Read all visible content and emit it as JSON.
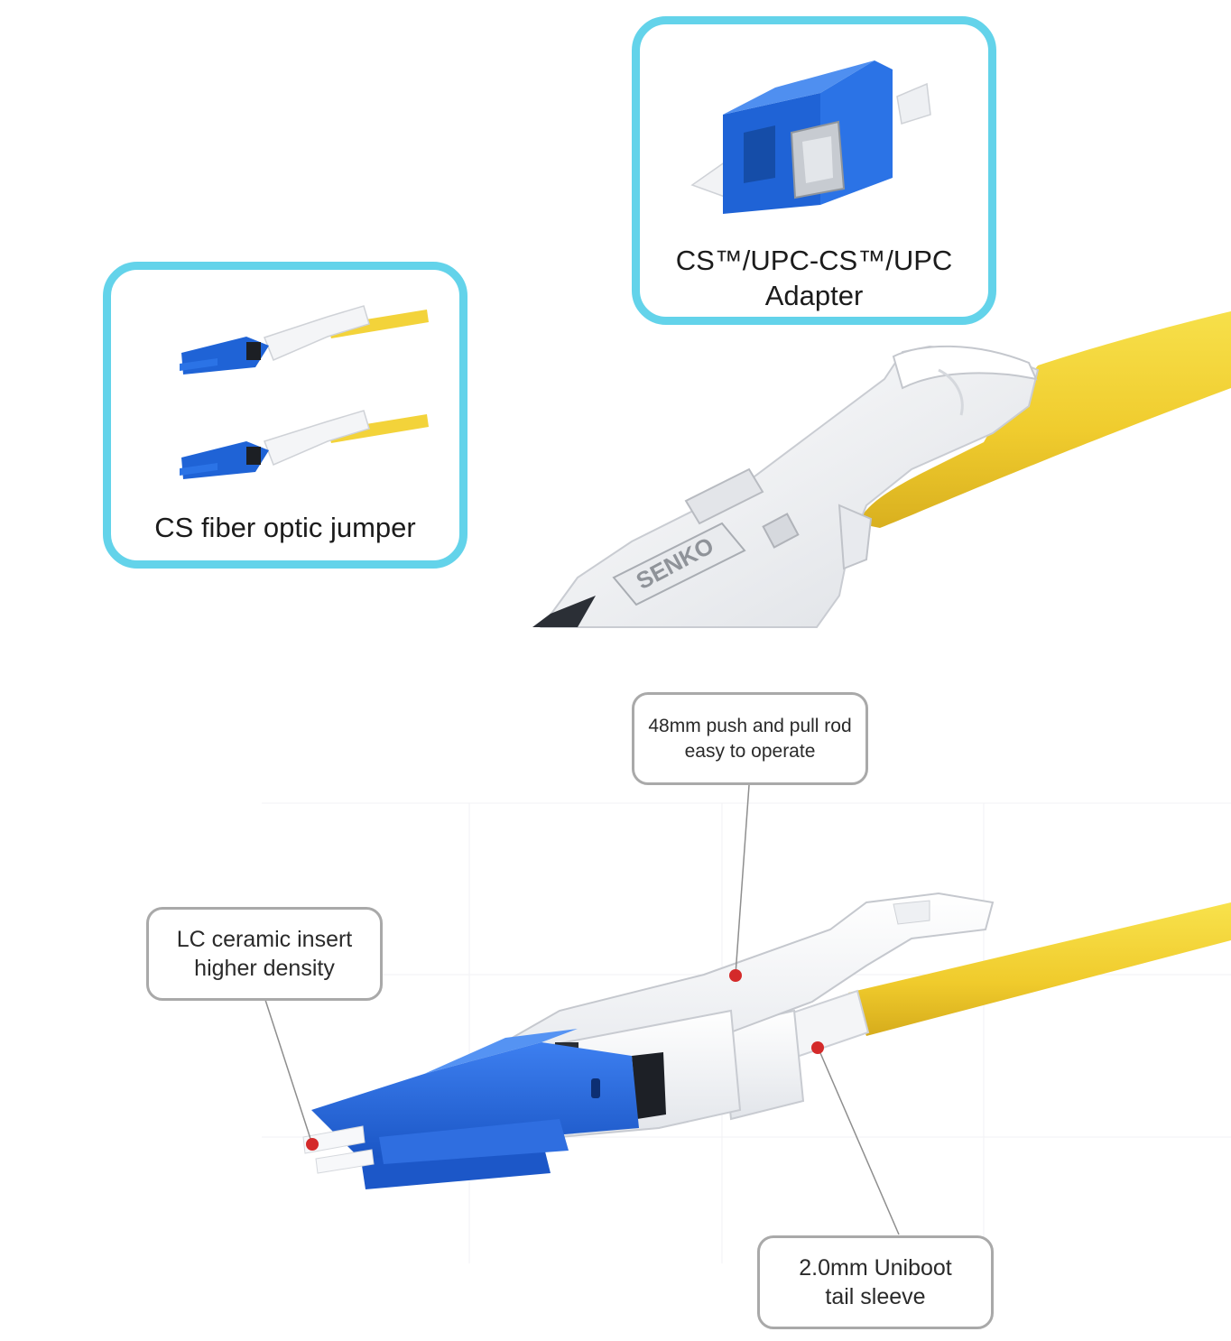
{
  "top": {
    "adapter_card": {
      "caption_lines": [
        "CS™/UPC-CS™/UPC",
        "Adapter"
      ]
    },
    "jumper_card": {
      "caption_lines": [
        "CS fiber optic jumper"
      ]
    },
    "closeup": {
      "brand_text": "SENKO"
    }
  },
  "bottom": {
    "callouts": [
      {
        "id": "push-pull",
        "lines": [
          "48mm push and pull rod",
          "easy to operate"
        ]
      },
      {
        "id": "ceramic",
        "lines": [
          "LC ceramic insert",
          "higher density"
        ]
      },
      {
        "id": "uniboot",
        "lines": [
          "2.0mm Uniboot",
          "tail sleeve"
        ]
      }
    ],
    "marker_color": "#d42a2a"
  },
  "colors": {
    "card_border": "#63d3ea",
    "connector_blue": "#1f63d6",
    "cable_yellow": "#f3d33a",
    "housing_white": "#f5f6f8",
    "callout_border": "#a9a9a9"
  },
  "icons": [
    "cs-adapter-image",
    "cs-jumper-image",
    "connector-closeup-image",
    "cs-connector-image"
  ]
}
